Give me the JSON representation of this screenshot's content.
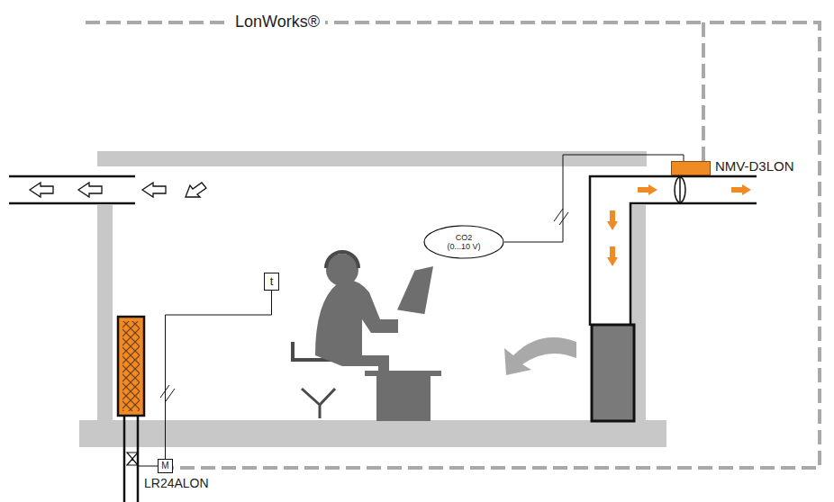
{
  "diagram": {
    "nodes": [
      {
        "text": [
          "NMV-D3LON"
        ]
      },
      {
        "text": [
          "CO2 (0...10 V)"
        ]
      },
      {
        "text": [
          "t"
        ]
      },
      {
        "text": [
          "M",
          "LR24ALON"
        ]
      }
    ],
    "edges": [
      {
        "from": 1,
        "to": 0,
        "arrow": "none"
      },
      {
        "from": 2,
        "to": 3,
        "arrow": "none"
      },
      {
        "from": 0,
        "to": 3,
        "arrow": "none"
      }
    ],
    "labels": [
      "LonWorks®"
    ]
  }
}
